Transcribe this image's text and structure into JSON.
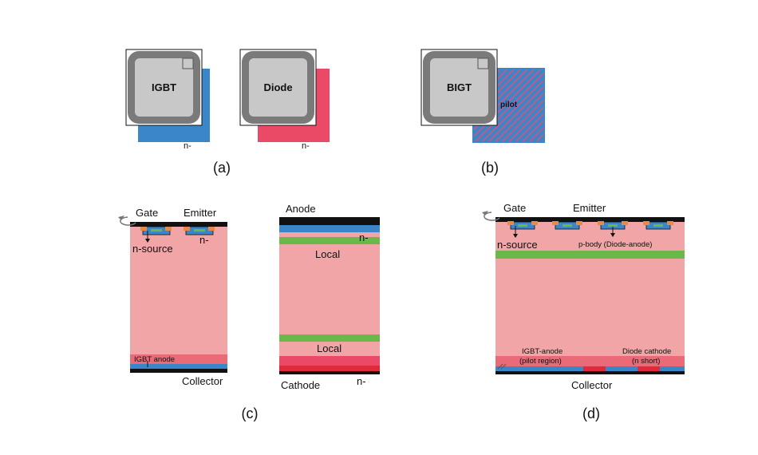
{
  "panel_a": {
    "igbt_chip": "IGBT",
    "igbt_substrate": "n-",
    "diode_chip": "Diode",
    "diode_substrate": "n-",
    "caption": "(a)"
  },
  "panel_b": {
    "chip": "BIGT",
    "pilot": "pilot",
    "caption": "(b)"
  },
  "panel_c": {
    "igbt": {
      "gate": "Gate",
      "emitter": "Emitter",
      "n_minus": "n-",
      "n_source": "n-source",
      "anode": "IGBT anode",
      "collector": "Collector"
    },
    "diode": {
      "anode": "Anode",
      "n_minus_top": "n-",
      "local_top": "Local",
      "local_bottom": "Local",
      "cathode": "Cathode",
      "n_minus_bottom": "n-"
    },
    "caption": "(c)"
  },
  "panel_d": {
    "gate": "Gate",
    "emitter": "Emitter",
    "n_source": "n-source",
    "p_body": "p-body (Diode-anode)",
    "igbt_anode_line1": "IGBT-anode",
    "igbt_anode_line2": "(pilot region)",
    "diode_cathode_line1": "Diode cathode",
    "diode_cathode_line2": "(n short)",
    "collector": "Collector",
    "caption": "(d)"
  },
  "colors": {
    "drift": "#f2a5a6",
    "blue": "#3a86c8",
    "red_substrate": "#ea4a66",
    "green": "#6ab84a",
    "orange": "#e48a4a",
    "chip_gray": "#c8c8c8",
    "chip_border": "#7a7a7a",
    "metal": "#111111"
  }
}
